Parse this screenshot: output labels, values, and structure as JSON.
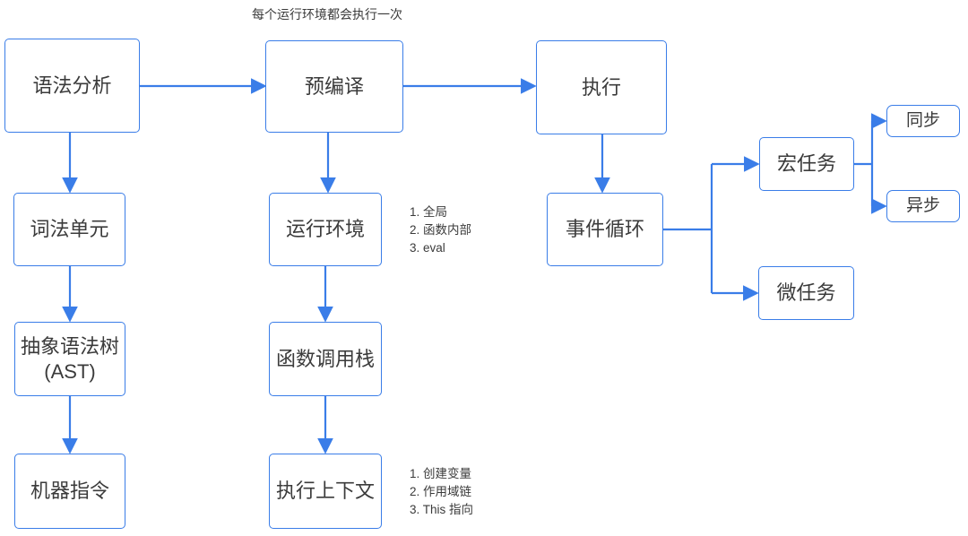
{
  "title": "每个运行环境都会执行一次",
  "colors": {
    "accent": "#3a7de8",
    "text": "#3b3b3b",
    "node_background": "#ffffff"
  },
  "nodes": {
    "syntax": {
      "label": "语法分析"
    },
    "precompile": {
      "label": "预编译"
    },
    "execute": {
      "label": "执行"
    },
    "lexical": {
      "label": "词法单元"
    },
    "runtime": {
      "label": "运行环境"
    },
    "eventloop": {
      "label": "事件循环"
    },
    "ast": {
      "label": "抽象语法树",
      "sublabel": "(AST)"
    },
    "callstack": {
      "label": "函数调用栈"
    },
    "machine": {
      "label": "机器指令"
    },
    "context": {
      "label": "执行上下文"
    },
    "macrotask": {
      "label": "宏任务"
    },
    "microtask": {
      "label": "微任务"
    },
    "sync": {
      "label": "同步"
    },
    "async": {
      "label": "异步"
    }
  },
  "notes": {
    "runtime_env": {
      "items": [
        "1. 全局",
        "2. 函数内部",
        "3. eval"
      ]
    },
    "exec_context": {
      "items": [
        "1. 创建变量",
        "2. 作用域链",
        "3. This 指向"
      ]
    }
  }
}
